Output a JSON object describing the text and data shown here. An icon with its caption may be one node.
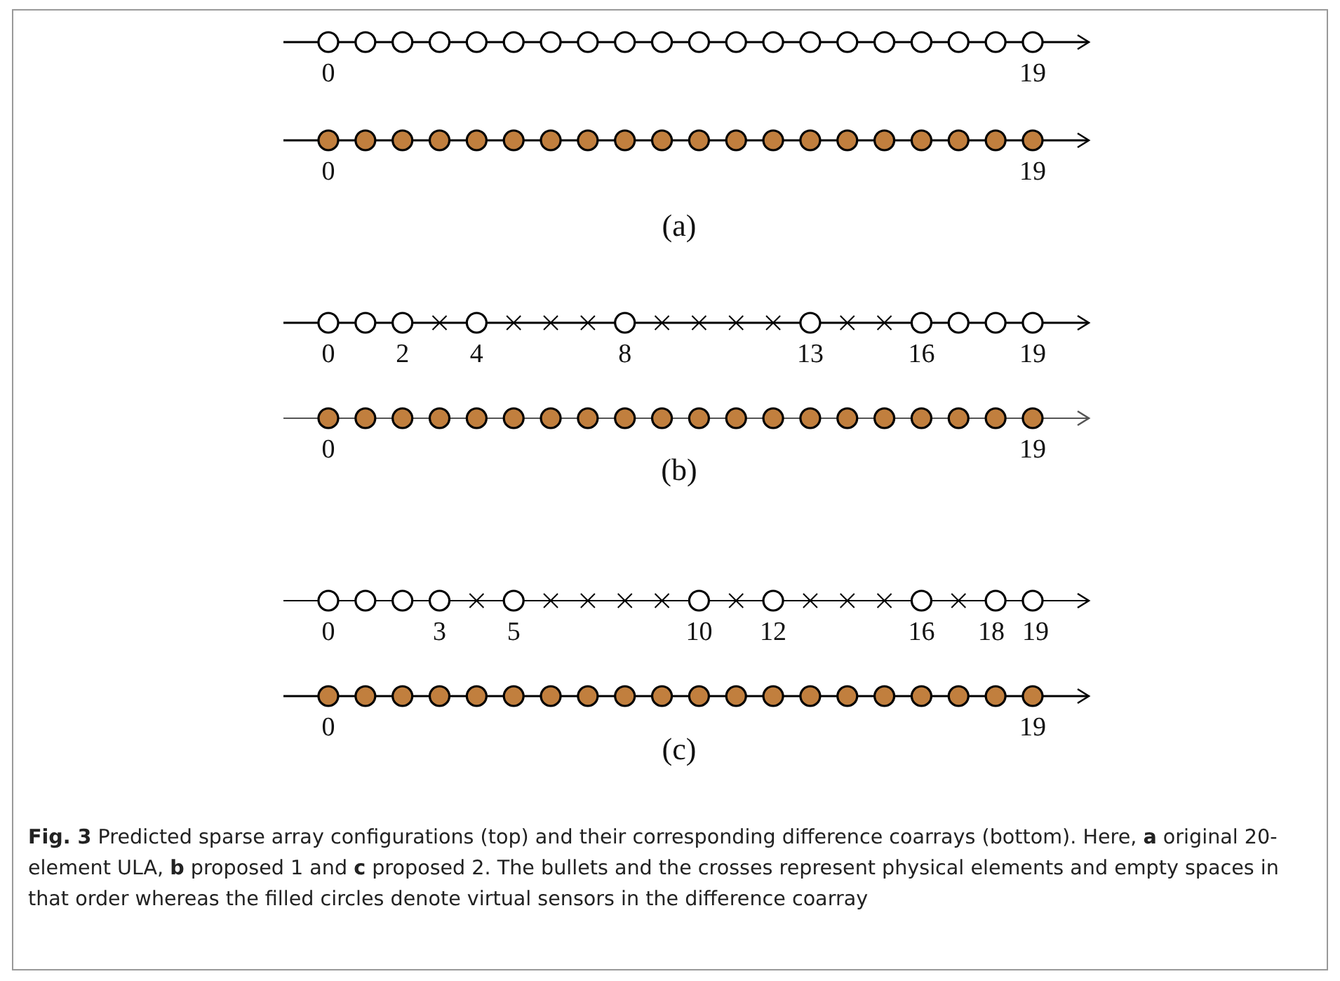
{
  "diagram": {
    "caption": "**Fig. 3** Predicted sparse array configurations (top) and their corresponding difference coarrays (bottom). Here, **a** original 20-element ULA, **b** proposed 1 and **c** proposed 2. The bullets and the crosses represent physical elements and empty spaces in that order whereas the filled circles denote virtual sensors in the difference coarray",
    "labels": [
      "0",
      "19",
      "0",
      "19",
      "(a)",
      "0",
      "2",
      "4",
      "8",
      "13",
      "16",
      "19",
      "0",
      "19",
      "(b)",
      "0",
      "3",
      "5",
      "10",
      "12",
      "16",
      "18",
      "19",
      "0",
      "19",
      "(c)"
    ]
  }
}
